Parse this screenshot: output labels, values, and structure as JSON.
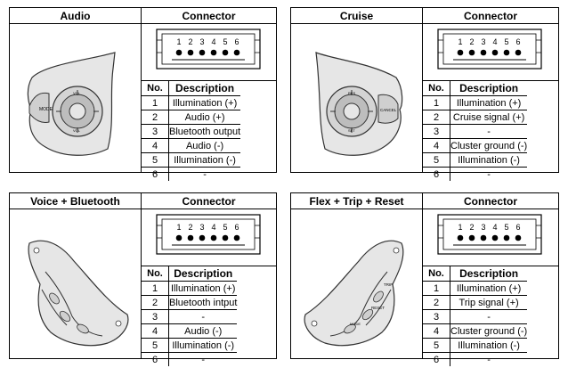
{
  "panels": [
    {
      "title": "Audio",
      "connector_title": "Connector",
      "pin_numbers": [
        "1",
        "2",
        "3",
        "4",
        "5",
        "6"
      ],
      "col_no": "No.",
      "col_desc": "Description",
      "rows": [
        {
          "no": "1",
          "desc": "Illumination (+)"
        },
        {
          "no": "2",
          "desc": "Audio (+)"
        },
        {
          "no": "3",
          "desc": "Bluetooth output"
        },
        {
          "no": "4",
          "desc": "Audio (-)"
        },
        {
          "no": "5",
          "desc": "Illumination (-)"
        },
        {
          "no": "6",
          "desc": "-"
        }
      ],
      "switch_labels": [
        "MODE",
        "VOL",
        "VOL"
      ]
    },
    {
      "title": "Cruise",
      "connector_title": "Connector",
      "pin_numbers": [
        "1",
        "2",
        "3",
        "4",
        "5",
        "6"
      ],
      "col_no": "No.",
      "col_desc": "Description",
      "rows": [
        {
          "no": "1",
          "desc": "Illumination (+)"
        },
        {
          "no": "2",
          "desc": "Cruise signal (+)"
        },
        {
          "no": "3",
          "desc": "-"
        },
        {
          "no": "4",
          "desc": "Cluster ground (-)"
        },
        {
          "no": "5",
          "desc": "Illumination (-)"
        },
        {
          "no": "6",
          "desc": "-"
        }
      ],
      "switch_labels": [
        "CANCEL",
        "RES",
        "SET"
      ]
    },
    {
      "title": "Voice + Bluetooth",
      "connector_title": "Connector",
      "pin_numbers": [
        "1",
        "2",
        "3",
        "4",
        "5",
        "6"
      ],
      "col_no": "No.",
      "col_desc": "Description",
      "rows": [
        {
          "no": "1",
          "desc": "Illumination (+)"
        },
        {
          "no": "2",
          "desc": "Bluetooth intput"
        },
        {
          "no": "3",
          "desc": "-"
        },
        {
          "no": "4",
          "desc": "Audio (-)"
        },
        {
          "no": "5",
          "desc": "Illumination (-)"
        },
        {
          "no": "6",
          "desc": "-"
        }
      ]
    },
    {
      "title": "Flex + Trip + Reset",
      "connector_title": "Connector",
      "pin_numbers": [
        "1",
        "2",
        "3",
        "4",
        "5",
        "6"
      ],
      "col_no": "No.",
      "col_desc": "Description",
      "rows": [
        {
          "no": "1",
          "desc": "Illumination (+)"
        },
        {
          "no": "2",
          "desc": "Trip signal (+)"
        },
        {
          "no": "3",
          "desc": "-"
        },
        {
          "no": "4",
          "desc": "Cluster ground (-)"
        },
        {
          "no": "5",
          "desc": "Illumination (-)"
        },
        {
          "no": "6",
          "desc": "-"
        }
      ],
      "switch_labels": [
        "TRIP",
        "RESET",
        "MODE"
      ]
    }
  ]
}
